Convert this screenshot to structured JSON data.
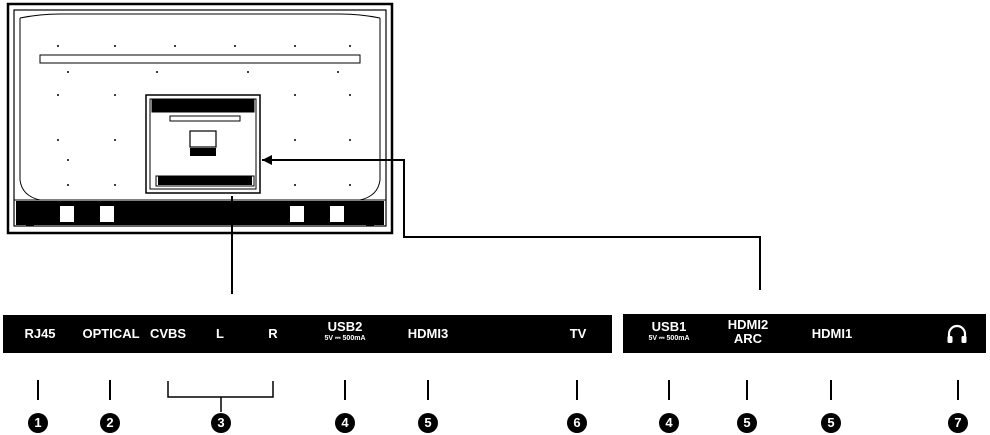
{
  "left_panel": {
    "rj45": "RJ45",
    "optical": "OPTICAL",
    "cvbs": "CVBS",
    "l": "L",
    "r": "R",
    "usb2": "USB2",
    "usb2_spec": "5V ⎓ 500mA",
    "hdmi3": "HDMI3",
    "tv": "TV"
  },
  "right_panel": {
    "usb1": "USB1",
    "usb1_spec": "5V ⎓ 500mA",
    "hdmi2": "HDMI2",
    "hdmi2_line2": "ARC",
    "hdmi1": "HDMI1",
    "headphone_icon": "headphone-icon"
  },
  "callouts": {
    "c1": "1",
    "c2": "2",
    "c3": "3",
    "c4a": "4",
    "c5a": "5",
    "c6": "6",
    "c4b": "4",
    "c5b": "5",
    "c5c": "5",
    "c7": "7"
  },
  "colors": {
    "ink": "#000000",
    "paper": "#ffffff"
  }
}
